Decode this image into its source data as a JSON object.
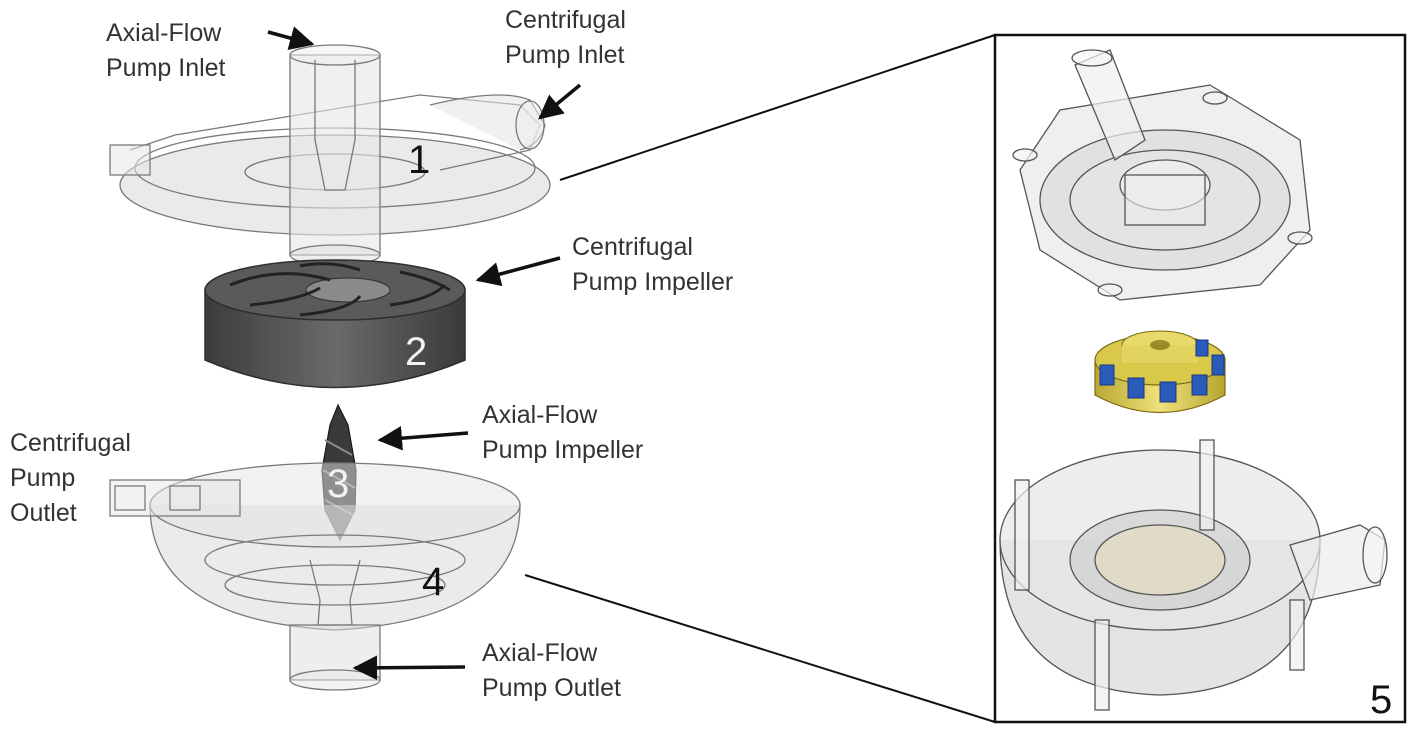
{
  "labels": {
    "axial_inlet": "Axial-Flow\nPump Inlet",
    "centrifugal_inlet": "Centrifugal\nPump Inlet",
    "centrifugal_impeller": "Centrifugal\nPump Impeller",
    "axial_impeller": "Axial-Flow\nPump Impeller",
    "centrifugal_outlet": "Centrifugal\nPump\nOutlet",
    "axial_outlet": "Axial-Flow\nPump Outlet"
  },
  "numbers": {
    "n1": "1",
    "n2": "2",
    "n3": "3",
    "n4": "4",
    "n5": "5"
  },
  "colors": {
    "line": "#111111",
    "housing": "#c9c9c9",
    "impeller_dark": "#4a4a4a",
    "impeller_gold": "#d9c84a",
    "impeller_blue": "#2a5bb8"
  }
}
